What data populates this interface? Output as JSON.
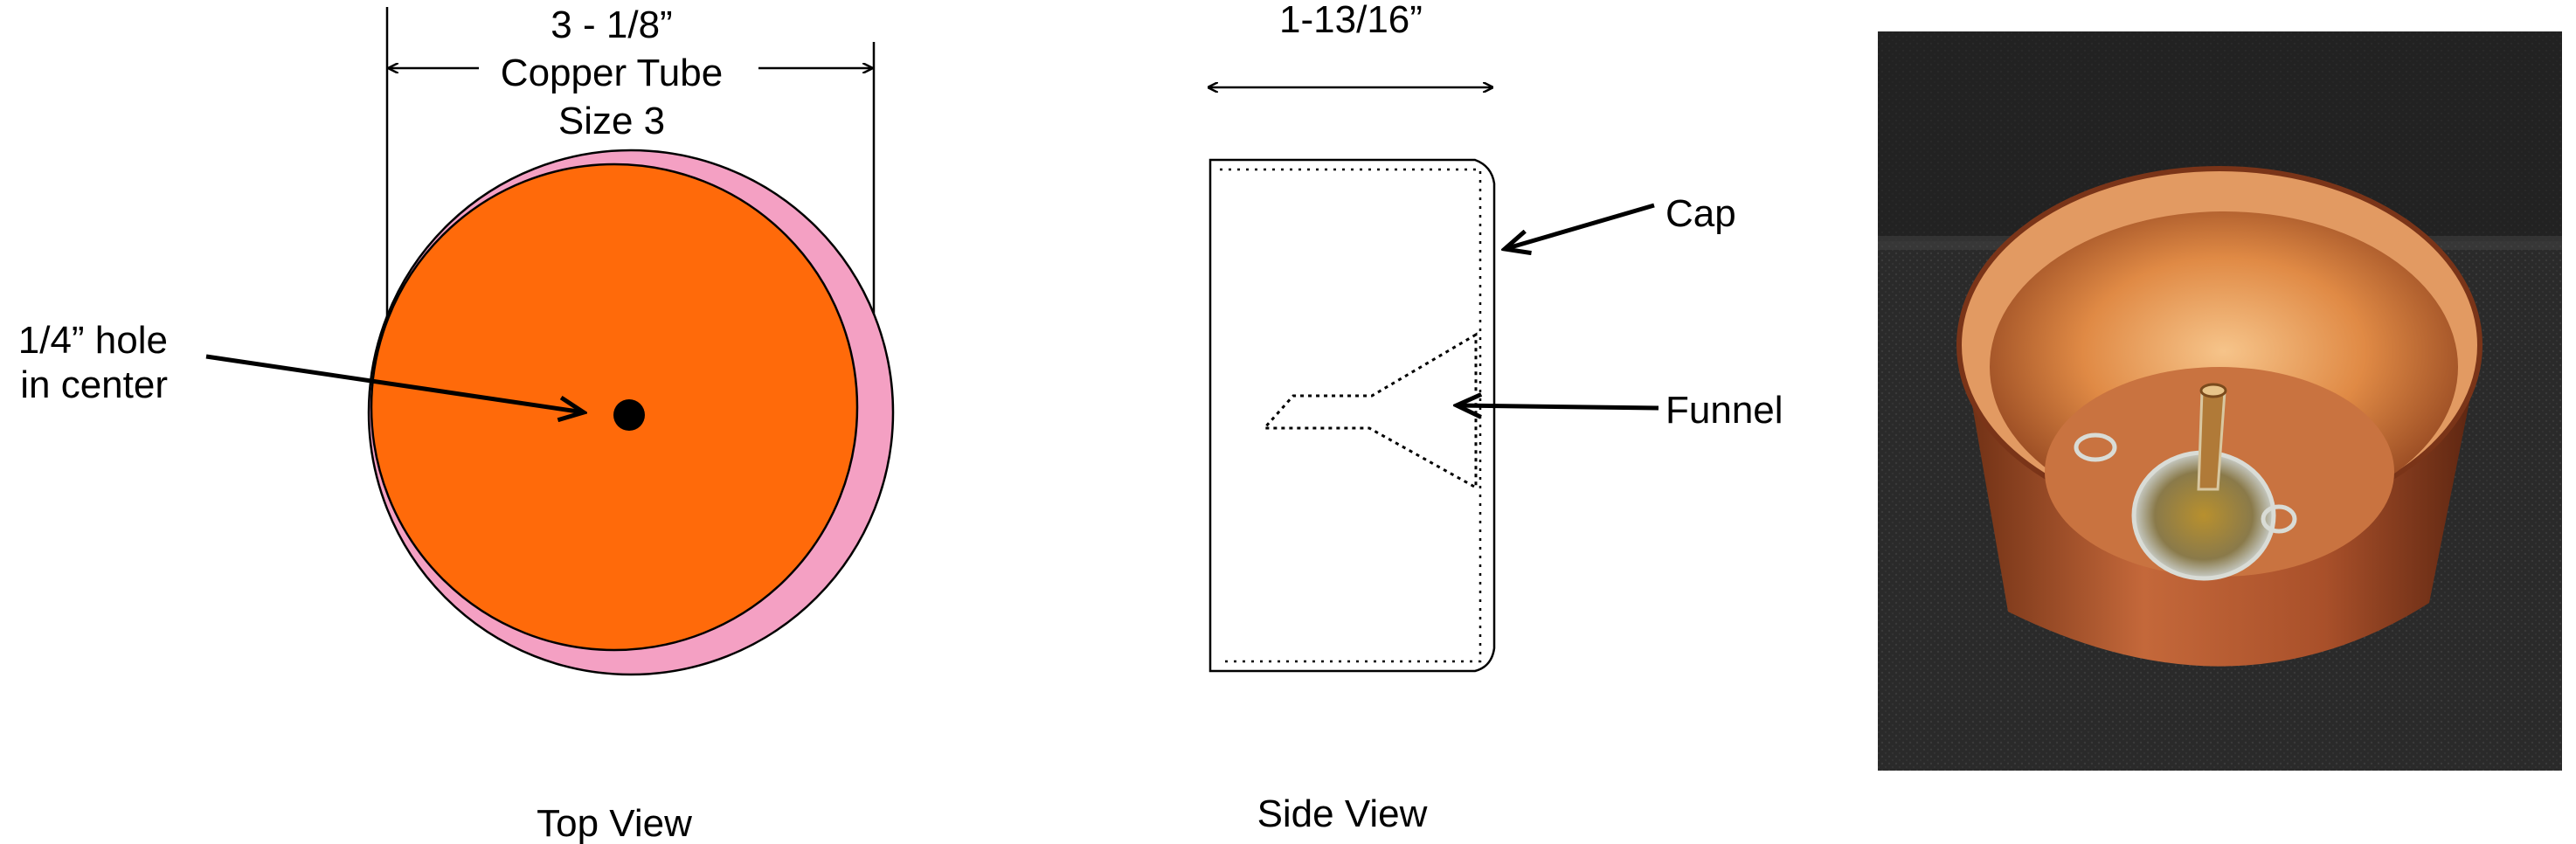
{
  "top_view": {
    "dimension_line1": "3 - 1/8”",
    "dimension_line2": "Copper Tube",
    "dimension_line3": "Size 3",
    "hole_line1": "1/4” hole",
    "hole_line2": "in center",
    "caption": "Top View",
    "colors": {
      "pipe_wall": "#f4a0c3",
      "cap_face": "#ff6a0a",
      "hole": "#000000"
    }
  },
  "side_view": {
    "dimension": "1-13/16”",
    "cap_label": "Cap",
    "funnel_label": "Funnel",
    "caption": "Side View"
  },
  "photo": {
    "colors": {
      "background": "#2a2a2a",
      "copper_outer": "#b8542a",
      "copper_inner": "#e89a55",
      "glass": "#9ca39a"
    }
  }
}
